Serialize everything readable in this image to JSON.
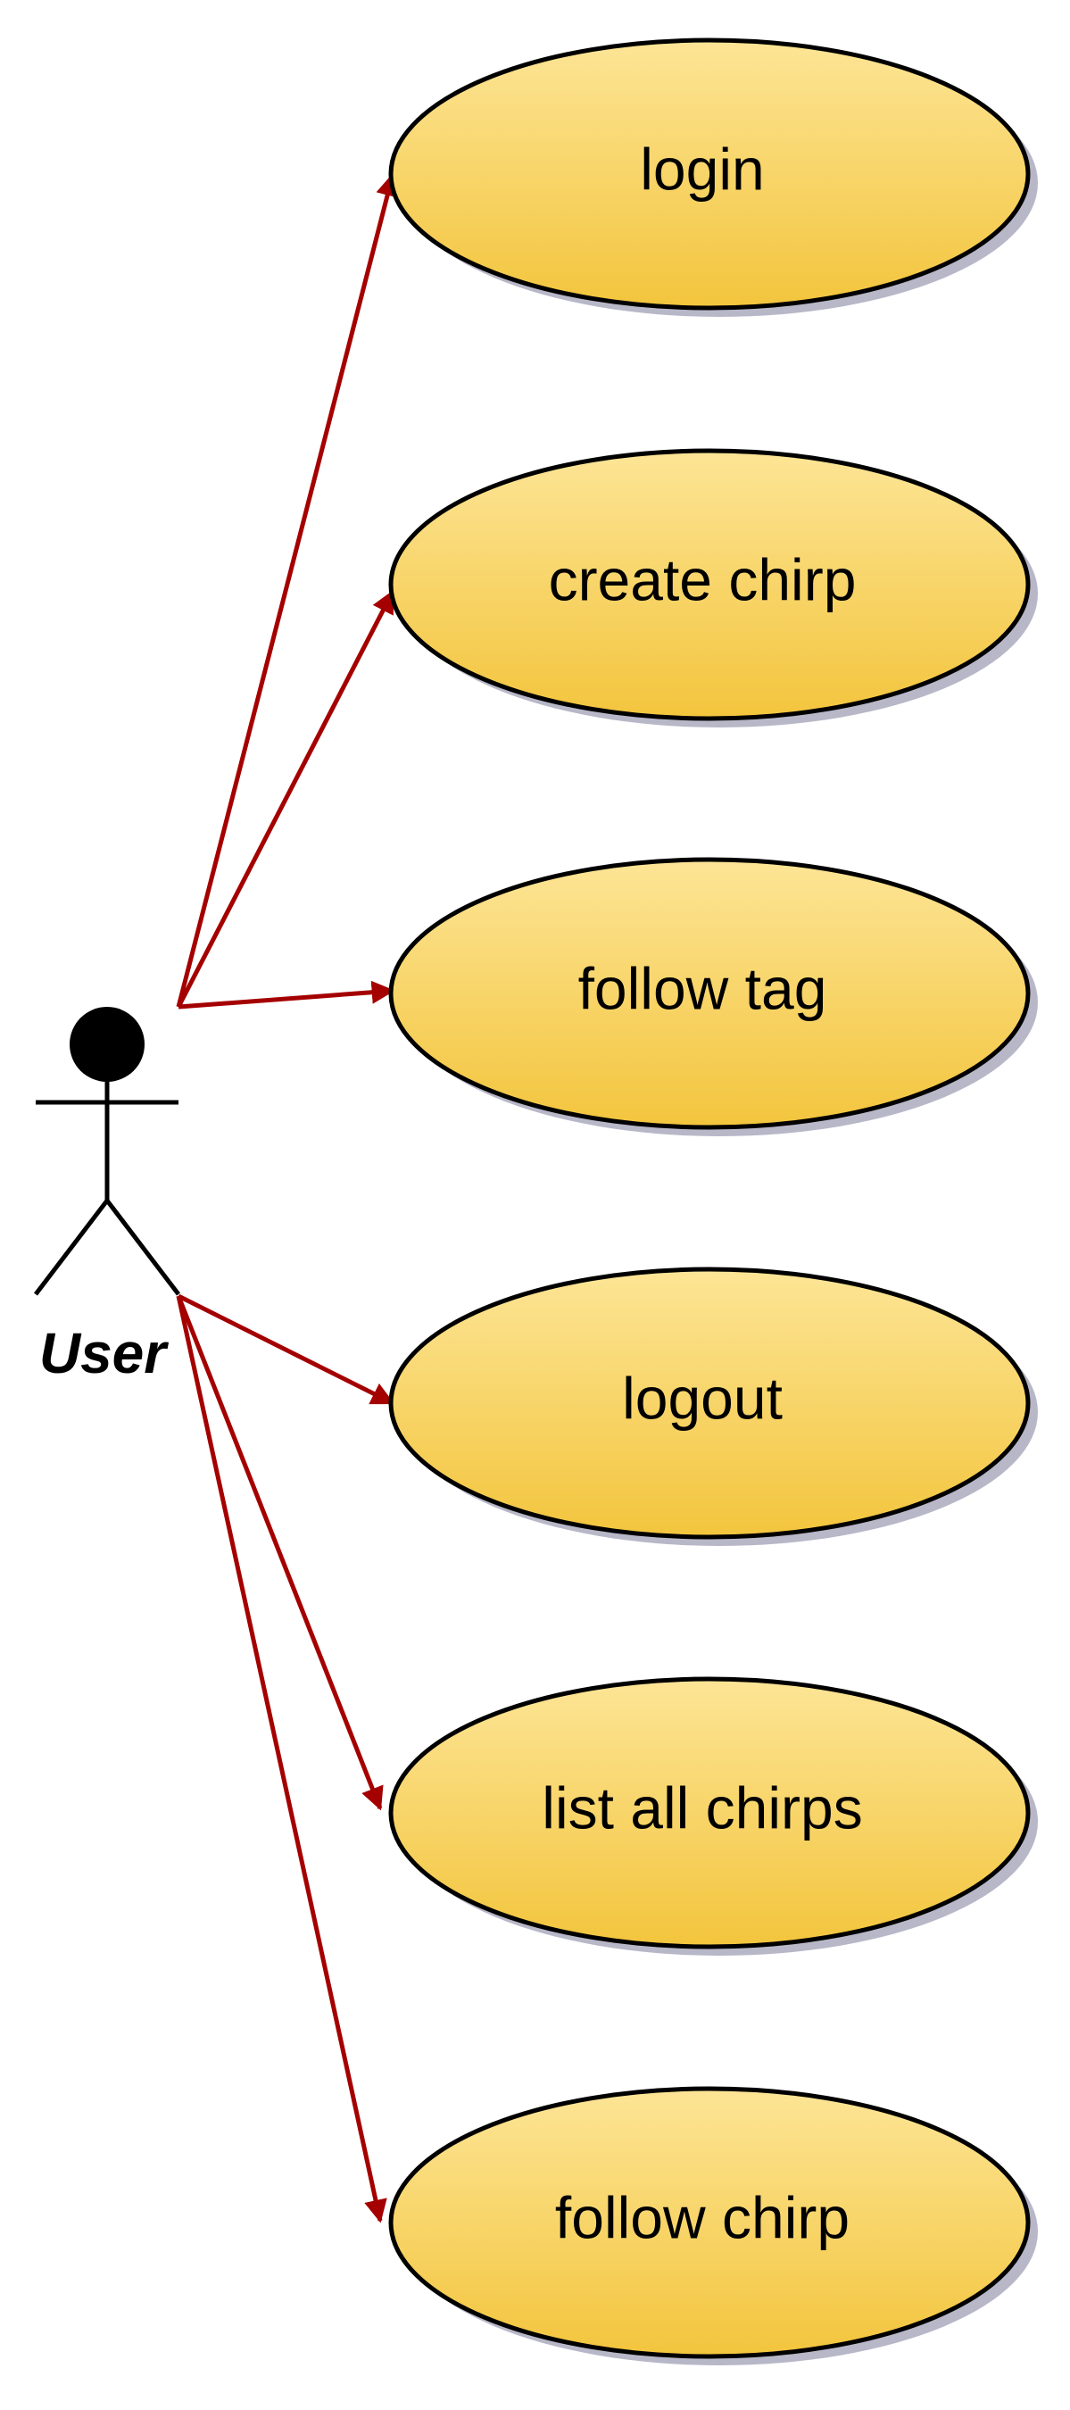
{
  "diagram": {
    "type": "use-case",
    "actor": {
      "name": "User"
    },
    "use_cases": [
      {
        "label": "login"
      },
      {
        "label": "create chirp"
      },
      {
        "label": "follow tag"
      },
      {
        "label": "logout"
      },
      {
        "label": "list all chirps"
      },
      {
        "label": "follow chirp"
      }
    ]
  },
  "colors": {
    "ellipse_fill_top": "#FDE596",
    "ellipse_fill_bottom": "#F3C53D",
    "ellipse_stroke": "#000000",
    "ellipse_shadow": "#B7B7C8",
    "association_line": "#A50000",
    "actor": "#000000"
  }
}
